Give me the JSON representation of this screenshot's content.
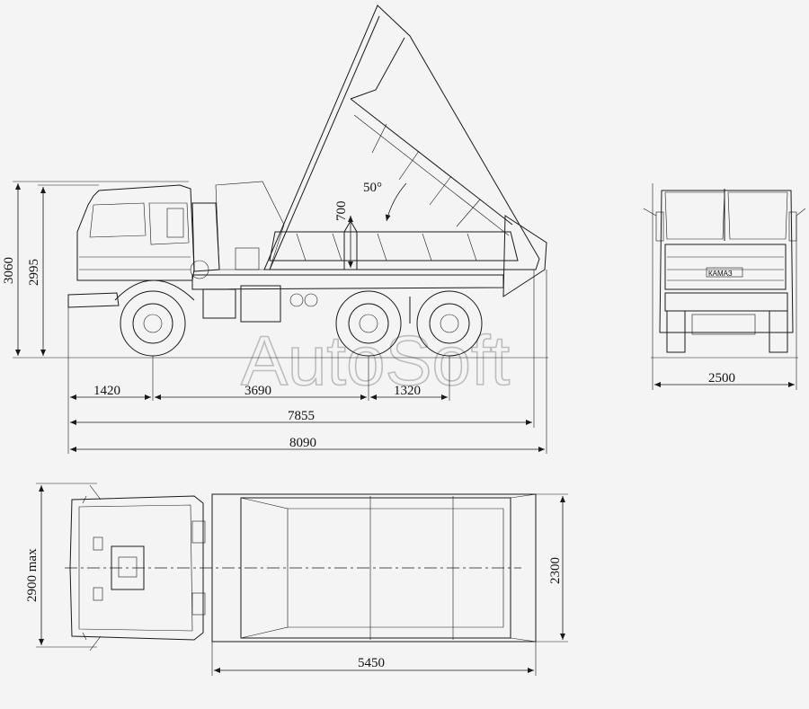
{
  "watermark": "AutoSoft",
  "dimensions": {
    "height_total": "3060",
    "height_cab": "2995",
    "front_overhang": "1420",
    "wheelbase_1": "3690",
    "wheelbase_2": "1320",
    "length_base": "7855",
    "length_total": "8090",
    "raise_height": "700",
    "tip_angle": "50°",
    "width_front": "2500",
    "width_mirrors": "2900 max",
    "body_width": "2300",
    "body_length": "5450"
  },
  "front_badge": "КАМАЗ"
}
